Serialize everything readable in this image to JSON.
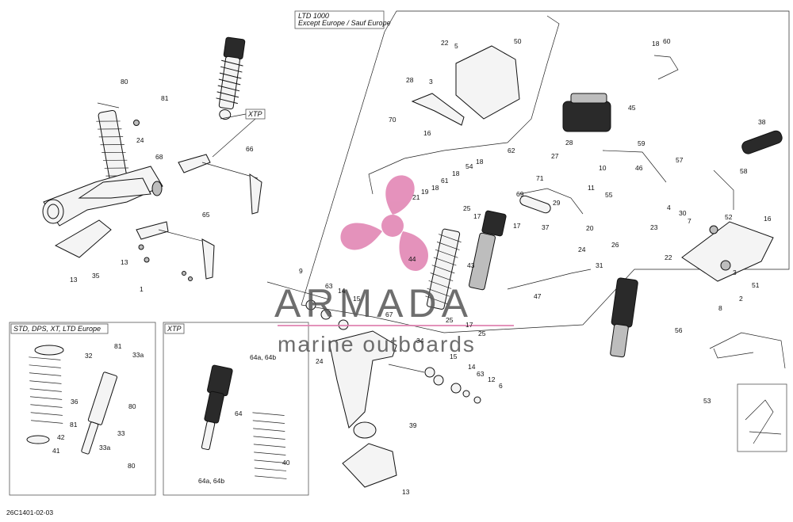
{
  "diagram": {
    "ref_code": "26C1401-02-03",
    "boxes": [
      {
        "label": "LTD 1000\nExcept Europe / Sauf Europe"
      },
      {
        "label": "STD, DPS, XT, LTD Europe"
      },
      {
        "label": "XTP"
      }
    ],
    "callouts_xtp": "XTP",
    "watermark": {
      "brand": "ARMADA",
      "tagline": "marine outboards",
      "color": "#e07fb0",
      "text_color": "#555555"
    },
    "labels": [
      "80",
      "81",
      "24",
      "68",
      "13",
      "35",
      "13",
      "66",
      "65",
      "1",
      "9",
      "63",
      "14",
      "15",
      "67",
      "24",
      "34",
      "15",
      "14",
      "63",
      "12",
      "6",
      "39",
      "13",
      "22",
      "5",
      "50",
      "28",
      "3",
      "70",
      "16",
      "62",
      "21",
      "19",
      "18",
      "61",
      "18",
      "54",
      "18",
      "25",
      "17",
      "17",
      "44",
      "43",
      "25",
      "25",
      "17",
      "69",
      "71",
      "27",
      "28",
      "10",
      "11",
      "29",
      "37",
      "26",
      "20",
      "24",
      "31",
      "47",
      "23",
      "55",
      "59",
      "46",
      "57",
      "58",
      "38",
      "45",
      "18",
      "60",
      "4",
      "30",
      "7",
      "52",
      "16",
      "22",
      "2",
      "8",
      "51",
      "3",
      "56",
      "53",
      "32",
      "81",
      "33a",
      "80",
      "36",
      "33",
      "81",
      "42",
      "41",
      "33a",
      "80",
      "64a, 64b",
      "64",
      "40",
      "64a, 64b"
    ]
  }
}
